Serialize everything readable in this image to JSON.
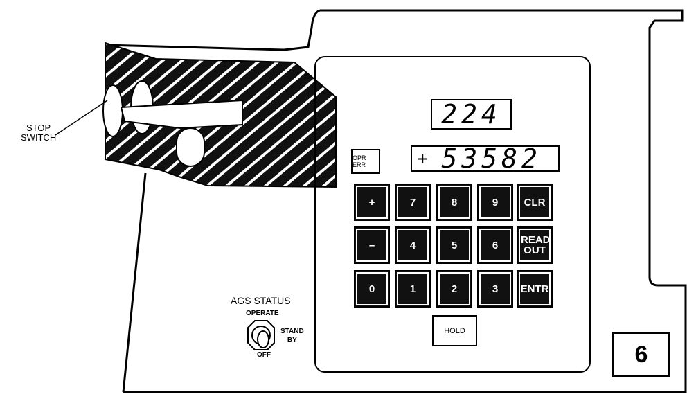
{
  "callout": {
    "line1": "STOP",
    "line2": "SWITCH"
  },
  "displays": {
    "address": "224",
    "sign": "+",
    "data": "53582"
  },
  "opr_err": "OPR ERR",
  "keys": [
    [
      "+",
      "7",
      "8",
      "9",
      "CLR"
    ],
    [
      "–",
      "4",
      "5",
      "6",
      "READ OUT"
    ],
    [
      "0",
      "1",
      "2",
      "3",
      "ENTR"
    ]
  ],
  "hold": "HOLD",
  "ags_status": {
    "title": "AGS STATUS",
    "operate": "OPERATE",
    "standby1": "STAND",
    "standby2": "BY",
    "off": "OFF"
  },
  "figure_number": "6"
}
